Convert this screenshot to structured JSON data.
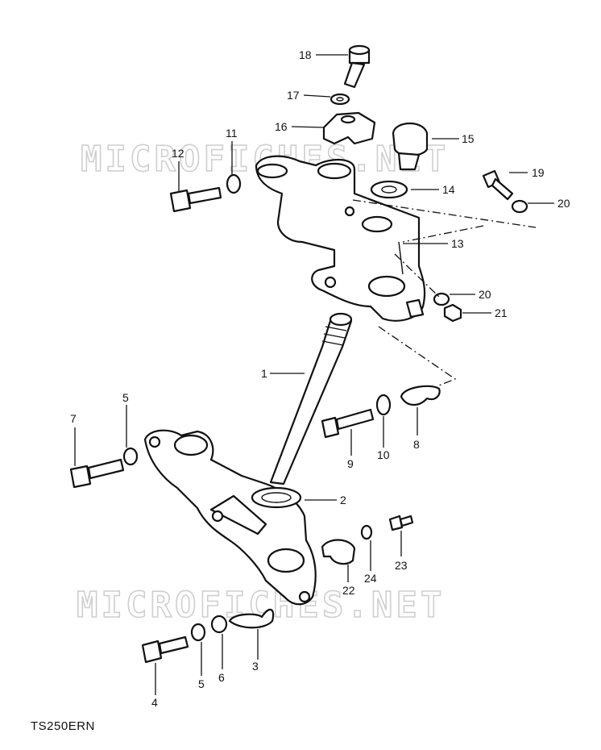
{
  "watermark": "MICROFICHES.NET",
  "model_code": "TS250ERN",
  "callouts": [
    "1",
    "2",
    "3",
    "4",
    "5",
    "5",
    "6",
    "7",
    "8",
    "9",
    "10",
    "11",
    "12",
    "13",
    "14",
    "15",
    "16",
    "17",
    "18",
    "19",
    "20",
    "20",
    "21",
    "22",
    "23",
    "24"
  ],
  "colors": {
    "ink": "#111111",
    "watermark": "#cfcfcf",
    "background": "#ffffff"
  }
}
